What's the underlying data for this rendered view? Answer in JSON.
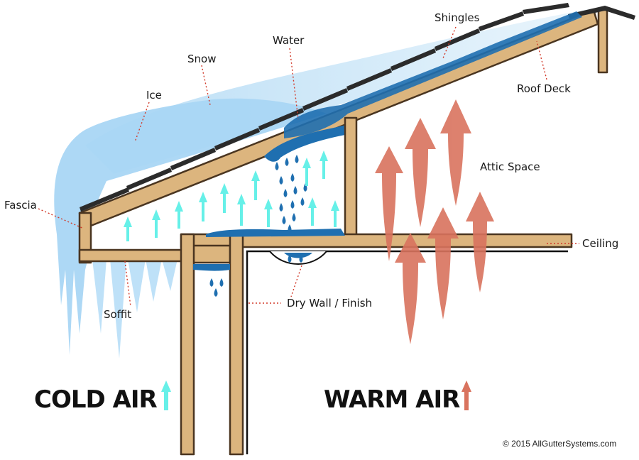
{
  "labels": {
    "shingles": "Shingles",
    "water": "Water",
    "snow": "Snow",
    "ice": "Ice",
    "roof_deck": "Roof Deck",
    "attic_space": "Attic Space",
    "fascia": "Fascia",
    "ceiling": "Ceiling",
    "soffit": "Soffit",
    "dry_wall": "Dry Wall / Finish"
  },
  "legend": {
    "cold_air": "COLD AIR",
    "warm_air": "WARM AIR"
  },
  "copyright": "© 2015 AllGutterSystems.com",
  "colors": {
    "wood": "#dcb57e",
    "wood_outline": "#4a3520",
    "snow": "#c6e3f6",
    "ice": "#a9d6f4",
    "water": "#1f6fb0",
    "cold_air": "#66f0e8",
    "warm_air": "#d9735e",
    "leader": "#d23a2a",
    "shingle": "#2b2b2b"
  }
}
